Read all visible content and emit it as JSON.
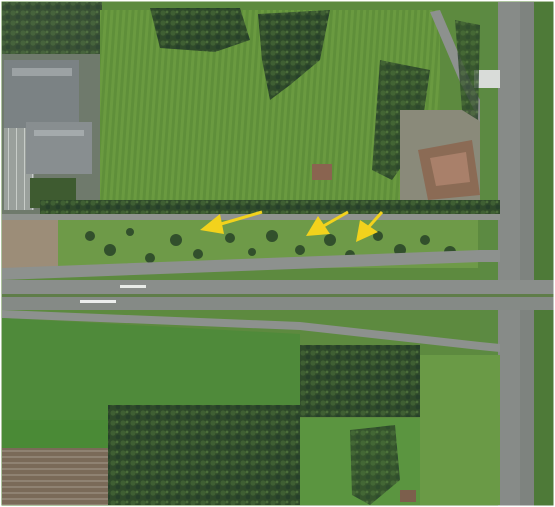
{
  "map": {
    "kind": "aerial photograph",
    "annotations": [
      {
        "type": "arrow",
        "color": "#f2d21c"
      },
      {
        "type": "arrow",
        "color": "#f2d21c"
      },
      {
        "type": "arrow",
        "color": "#f2d21c"
      }
    ],
    "colors": {
      "field_light": "#6f9a45",
      "field_dark": "#3f6e2c",
      "forest": "#2f4a2a",
      "road": "#8b8f8c",
      "building": "#7a7f82",
      "arrow": "#f2d21c"
    }
  }
}
